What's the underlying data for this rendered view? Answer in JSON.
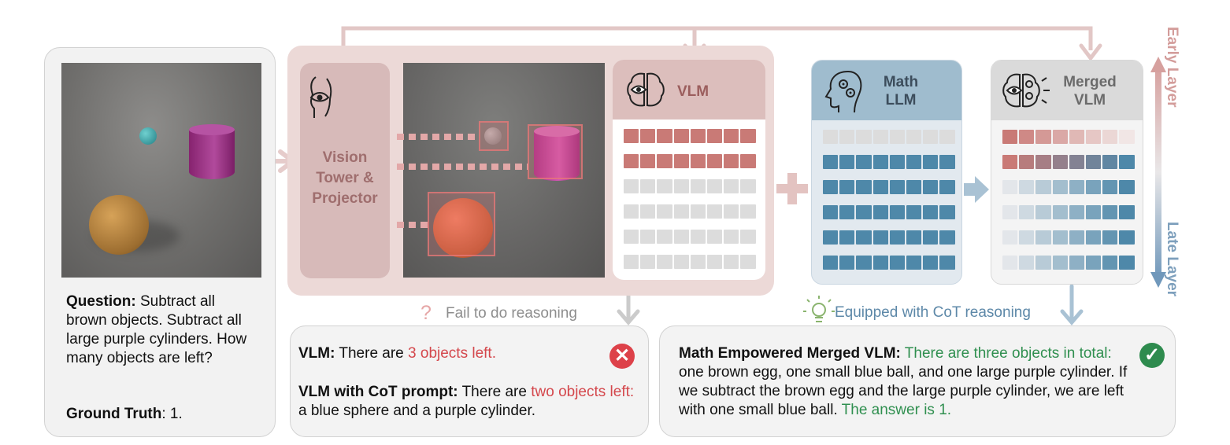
{
  "left_panel": {
    "question_label": "Question:",
    "question_text": " Subtract all brown objects. Subtract all large purple cylinders. How many objects are left?",
    "truth_label": "Ground Truth",
    "truth_text": ": 1."
  },
  "vision_tower": {
    "label": "Vision Tower & Projector",
    "icon": "eye-head-icon"
  },
  "vlm": {
    "title": "VLM",
    "icon": "brain-eye-icon"
  },
  "math_llm": {
    "title": "Math LLM",
    "icon": "head-gears-icon"
  },
  "merged_vlm": {
    "title": "Merged VLM",
    "icon": "brain-gears-icon"
  },
  "fail_label": "Fail to do reasoning",
  "cot_label": "Equipped with CoT reasoning",
  "vlm_answer": {
    "label1": "VLM:",
    "text1a": " There are ",
    "text1b": "3 objects left.",
    "label2": "VLM with CoT prompt:",
    "text2a": " There are ",
    "text2b": "two objects left:",
    "text2c": " a blue sphere and a purple cylinder."
  },
  "merged_answer": {
    "label": "Math Empowered Merged VLM:",
    "green1": " There are three objects in total:",
    "text1": " one brown egg, one small blue ball, and one large purple cylinder. If we subtract the brown egg and the large purple cylinder, we are left with one small blue ball.",
    "green2": " The answer is 1."
  },
  "side_labels": {
    "early": "Early Layer",
    "late": "Late Layer"
  },
  "colors": {
    "vlm_cell": "#c97a76",
    "gray_cell": "#dcdcdc",
    "math_cell": "#4e88a9",
    "pink_arrow": "#e6cccb",
    "blue_arrow": "#a9c2d4"
  }
}
